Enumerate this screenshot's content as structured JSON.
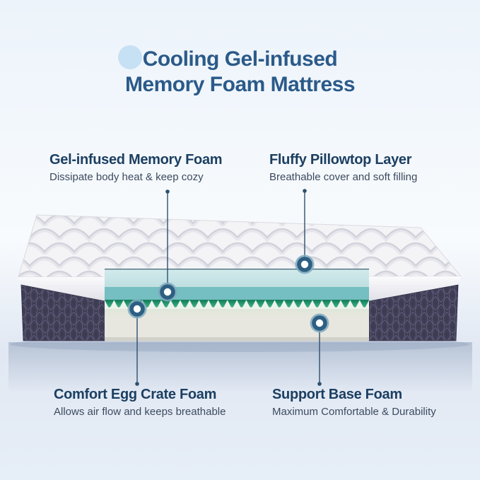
{
  "title": {
    "line1": "Cooling Gel-infused",
    "line2": "Memory Foam Mattress"
  },
  "callouts": [
    {
      "heading": "Gel-infused Memory Foam",
      "body": "Dissipate body heat & keep cozy"
    },
    {
      "heading": "Fluffy Pillowtop Layer",
      "body": "Breathable cover and soft filling"
    },
    {
      "heading": "Comfort Egg Crate Foam",
      "body": "Allows air flow and keeps breathable"
    },
    {
      "heading": "Support Base Foam",
      "body": "Maximum Comfortable & Durability"
    }
  ],
  "colors": {
    "title_blue": "#2b5a89",
    "heading_navy": "#1c3f62",
    "body_text": "#3c4a5f",
    "accent_circle_blue": "#c6e0f4",
    "callout_line": "#2d4f6e",
    "marker_ring": "#2d5f82",
    "marker_halo": "#7fa9bf",
    "gel_foam_light_teal": "#c8e4e6",
    "gel_foam_teal": "#75bec1",
    "egg_crate_green": "#16855f",
    "base_foam_beige": "#e8e7df",
    "side_panel_navy": "#3d3b51",
    "pillowtop_white": "#f4f4f7"
  }
}
